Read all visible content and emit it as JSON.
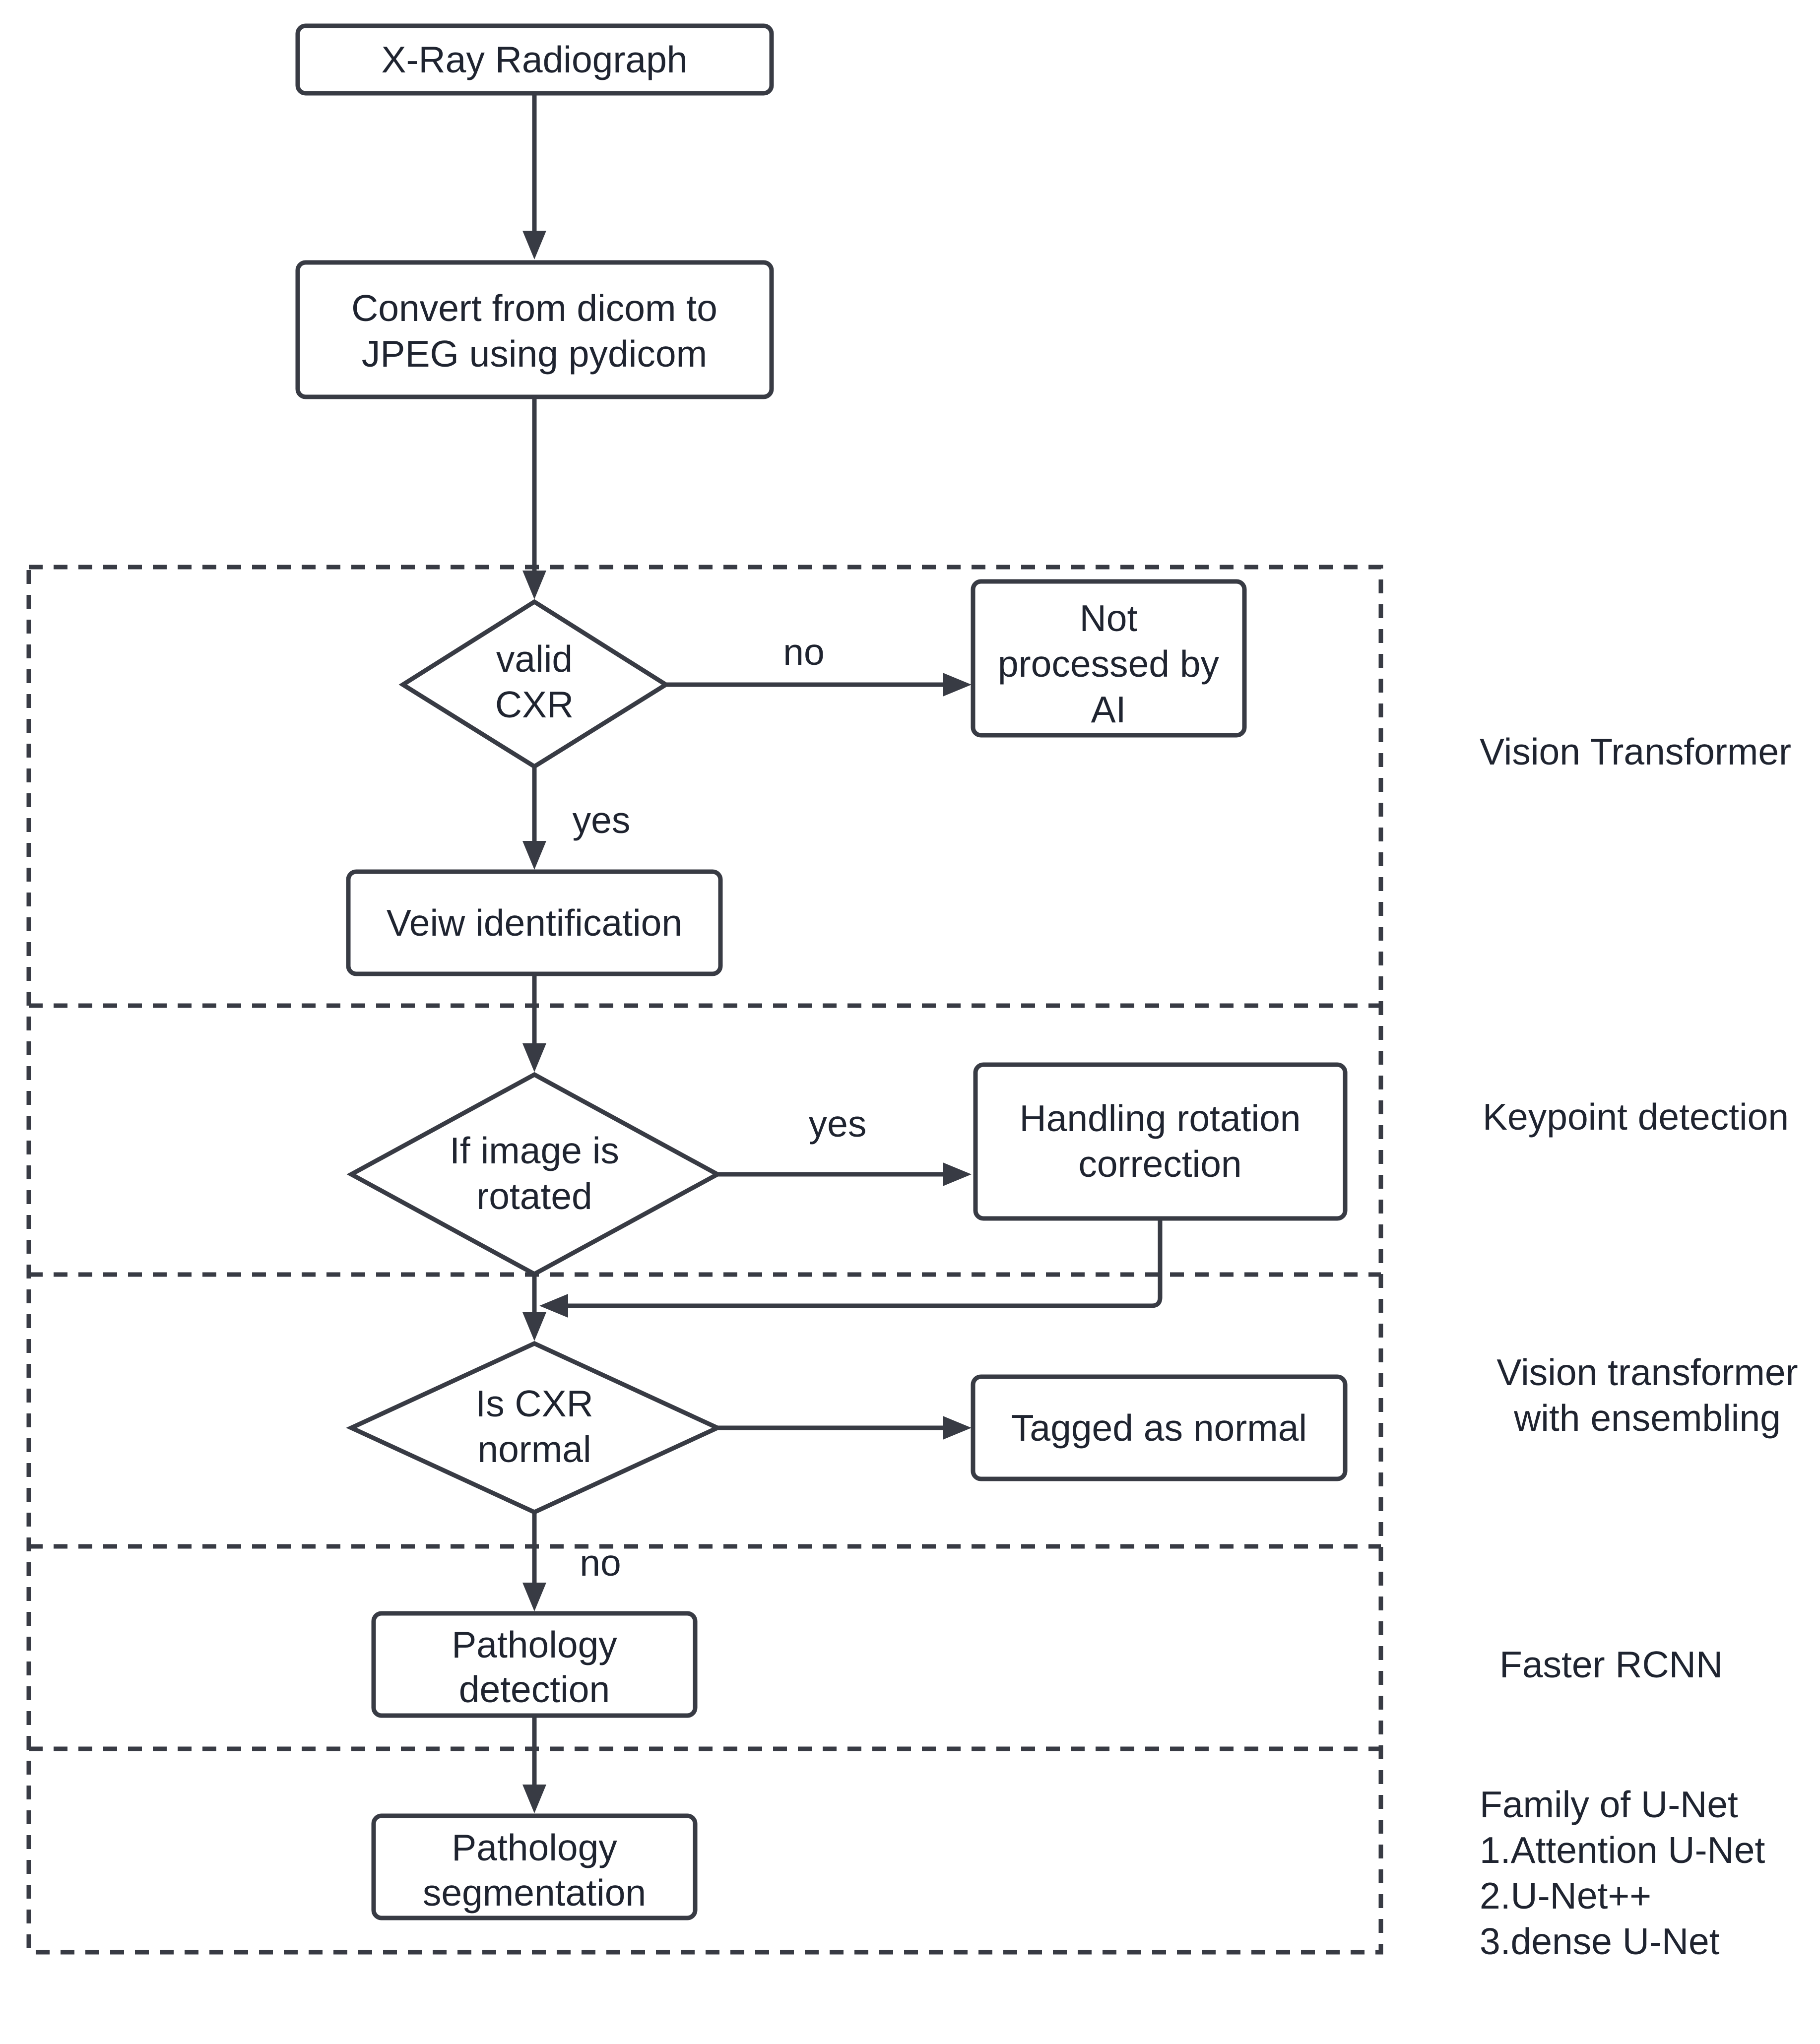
{
  "nodes": {
    "xray_radiograph": {
      "lines": [
        "X-Ray Radiograph"
      ]
    },
    "convert_dicom": {
      "lines": [
        "Convert from dicom to",
        "JPEG using pydicom"
      ]
    },
    "valid_cxr": {
      "lines": [
        "valid",
        "CXR"
      ]
    },
    "not_processed": {
      "lines": [
        "Not",
        "processed by",
        "AI"
      ]
    },
    "view_identification": {
      "lines": [
        "Veiw identification"
      ]
    },
    "if_rotated": {
      "lines": [
        "If image is",
        "rotated"
      ]
    },
    "rotation_correction": {
      "lines": [
        "Handling rotation",
        "correction"
      ]
    },
    "is_normal": {
      "lines": [
        "Is CXR",
        "normal"
      ]
    },
    "tagged_normal": {
      "lines": [
        "Tagged as normal"
      ]
    },
    "pathology_detection": {
      "lines": [
        "Pathology",
        "detection"
      ]
    },
    "pathology_segmentation": {
      "lines": [
        "Pathology",
        "segmentation"
      ]
    }
  },
  "edges": {
    "valid_no": "no",
    "valid_yes": "yes",
    "rotated_yes": "yes",
    "normal_no": "no"
  },
  "stages": {
    "vision_transformer": {
      "lines": [
        "Vision Transformer"
      ]
    },
    "keypoint_detection": {
      "lines": [
        "Keypoint detection"
      ]
    },
    "vision_transformer_ensembling": {
      "lines": [
        "Vision transformer",
        "with ensembling"
      ]
    },
    "faster_rcnn": {
      "lines": [
        "Faster RCNN"
      ]
    },
    "unet_family": {
      "lines": [
        "Family of U-Net",
        "1.Attention U-Net",
        "2.U-Net++",
        "3.dense U-Net"
      ]
    }
  }
}
